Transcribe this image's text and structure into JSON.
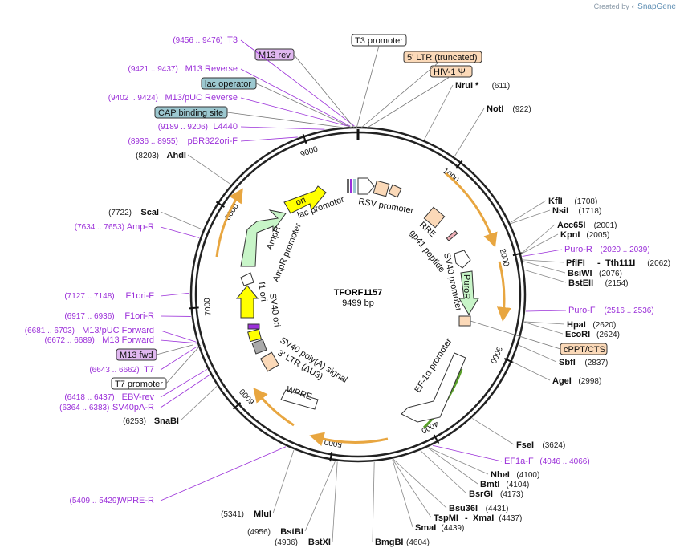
{
  "credit": {
    "prefix": "Created by",
    "brand": "SnapGene"
  },
  "plasmid": {
    "name": "TFORF1157",
    "size": "9499 bp"
  },
  "ticks": [
    "1000",
    "2000",
    "3000",
    "4000",
    "5000",
    "6000",
    "7000",
    "8000",
    "9000"
  ],
  "features": {
    "t3_promoter": "T3 promoter",
    "ltr5": "5' LTR (truncated)",
    "hiv_psi": "HIV-1 Ψ",
    "cppt": "cPPT/CTS",
    "t7_promoter": "T7 promoter",
    "lac_operator": "lac operator",
    "cap_site": "CAP binding site",
    "m13rev": "M13 rev",
    "m13fwd": "M13 fwd",
    "lac_promoter": "lac promoter",
    "rsv_promoter": "RSV promoter",
    "rre": "RRE",
    "gp41": "gp41 peptide",
    "sv40_promoter_right": "SV40 promoter",
    "puror": "PuroR",
    "ef1a": "EF-1α promoter",
    "wpre": "WPRE",
    "ltr3": "3' LTR (ΔU3)",
    "sv40_polya": "SV40 poly(A) signal",
    "sv40_ori": "SV40 ori",
    "f1_ori": "f1 ori",
    "ampr_promoter": "AmpR promoter",
    "ampr": "AmpR",
    "ori": "ori"
  },
  "primers_left": [
    {
      "pos": "(9456 .. 9476)",
      "name": "T3"
    },
    {
      "pos": "(9421 .. 9437)",
      "name": "M13 Reverse"
    },
    {
      "pos": "(9402 .. 9424)",
      "name": "M13/pUC Reverse"
    },
    {
      "pos": "(9189 .. 9206)",
      "name": "L4440"
    },
    {
      "pos": "(8936 .. 8955)",
      "name": "pBR322ori-F"
    },
    {
      "pos": "(7634 .. 7653)",
      "name": "Amp-R"
    },
    {
      "pos": "(7127 .. 7148)",
      "name": "F1ori-F"
    },
    {
      "pos": "(6917 .. 6936)",
      "name": "F1ori-R"
    },
    {
      "pos": "(6681 .. 6703)",
      "name": "M13/pUC Forward"
    },
    {
      "pos": "(6672 .. 6689)",
      "name": "M13 Forward"
    },
    {
      "pos": "(6643 .. 6662)",
      "name": "T7"
    },
    {
      "pos": "(6418 .. 6437)",
      "name": "EBV-rev"
    },
    {
      "pos": "(6364 .. 6383)",
      "name": "SV40pA-R"
    },
    {
      "pos": "(5409 .. 5429)",
      "name": "WPRE-R"
    }
  ],
  "primers_right": [
    {
      "name": "Puro-R",
      "pos": "(2020 .. 2039)"
    },
    {
      "name": "Puro-F",
      "pos": "(2516 .. 2536)"
    },
    {
      "name": "EF1a-F",
      "pos": "(4046 .. 4066)"
    }
  ],
  "enzymes_right": [
    {
      "name": "NruI *",
      "pos": "(611)"
    },
    {
      "name": "NotI",
      "pos": "(922)"
    },
    {
      "name": "KflI",
      "pos": "(1708)"
    },
    {
      "name": "NsiI",
      "pos": "(1718)"
    },
    {
      "name": "Acc65I",
      "pos": "(2001)"
    },
    {
      "name": "KpnI",
      "pos": "(2005)"
    },
    {
      "name": "PflFI",
      "sep": "-",
      "name2": "Tth111I",
      "pos": "(2062)"
    },
    {
      "name": "BsiWI",
      "pos": "(2076)"
    },
    {
      "name": "BstEII",
      "pos": "(2154)"
    },
    {
      "name": "HpaI",
      "pos": "(2620)"
    },
    {
      "name": "EcoRI",
      "pos": "(2624)"
    },
    {
      "name": "SbfI",
      "pos": "(2837)"
    },
    {
      "name": "AgeI",
      "pos": "(2998)"
    },
    {
      "name": "FseI",
      "pos": "(3624)"
    },
    {
      "name": "NheI",
      "pos": "(4100)"
    },
    {
      "name": "BmtI",
      "pos": "(4104)"
    },
    {
      "name": "BsrGI",
      "pos": "(4173)"
    },
    {
      "name": "Bsu36I",
      "pos": "(4431)"
    },
    {
      "name": "TspMI",
      "sep": "-",
      "name2": "XmaI",
      "pos": "(4437)"
    },
    {
      "name": "SmaI",
      "pos": "(4439)"
    },
    {
      "name": "BmgBI",
      "pos": "(4604)"
    }
  ],
  "enzymes_left": [
    {
      "pos": "(8203)",
      "name": "AhdI"
    },
    {
      "pos": "(7722)",
      "name": "ScaI"
    },
    {
      "pos": "(6253)",
      "name": "SnaBI"
    },
    {
      "pos": "(5341)",
      "name": "MluI"
    },
    {
      "pos": "(4956)",
      "name": "BstBI"
    },
    {
      "pos": "(4936)",
      "name": "BstXI"
    }
  ],
  "colors": {
    "primer": "#9b30d9",
    "orf_orange": "#e8a640",
    "ampr_green": "#c8f5c8",
    "ori_yellow": "#ffff00",
    "ltr_peach": "#fbd9b8",
    "operator_blue": "#9cc8d0",
    "m13_box": "#e0b8f0"
  }
}
